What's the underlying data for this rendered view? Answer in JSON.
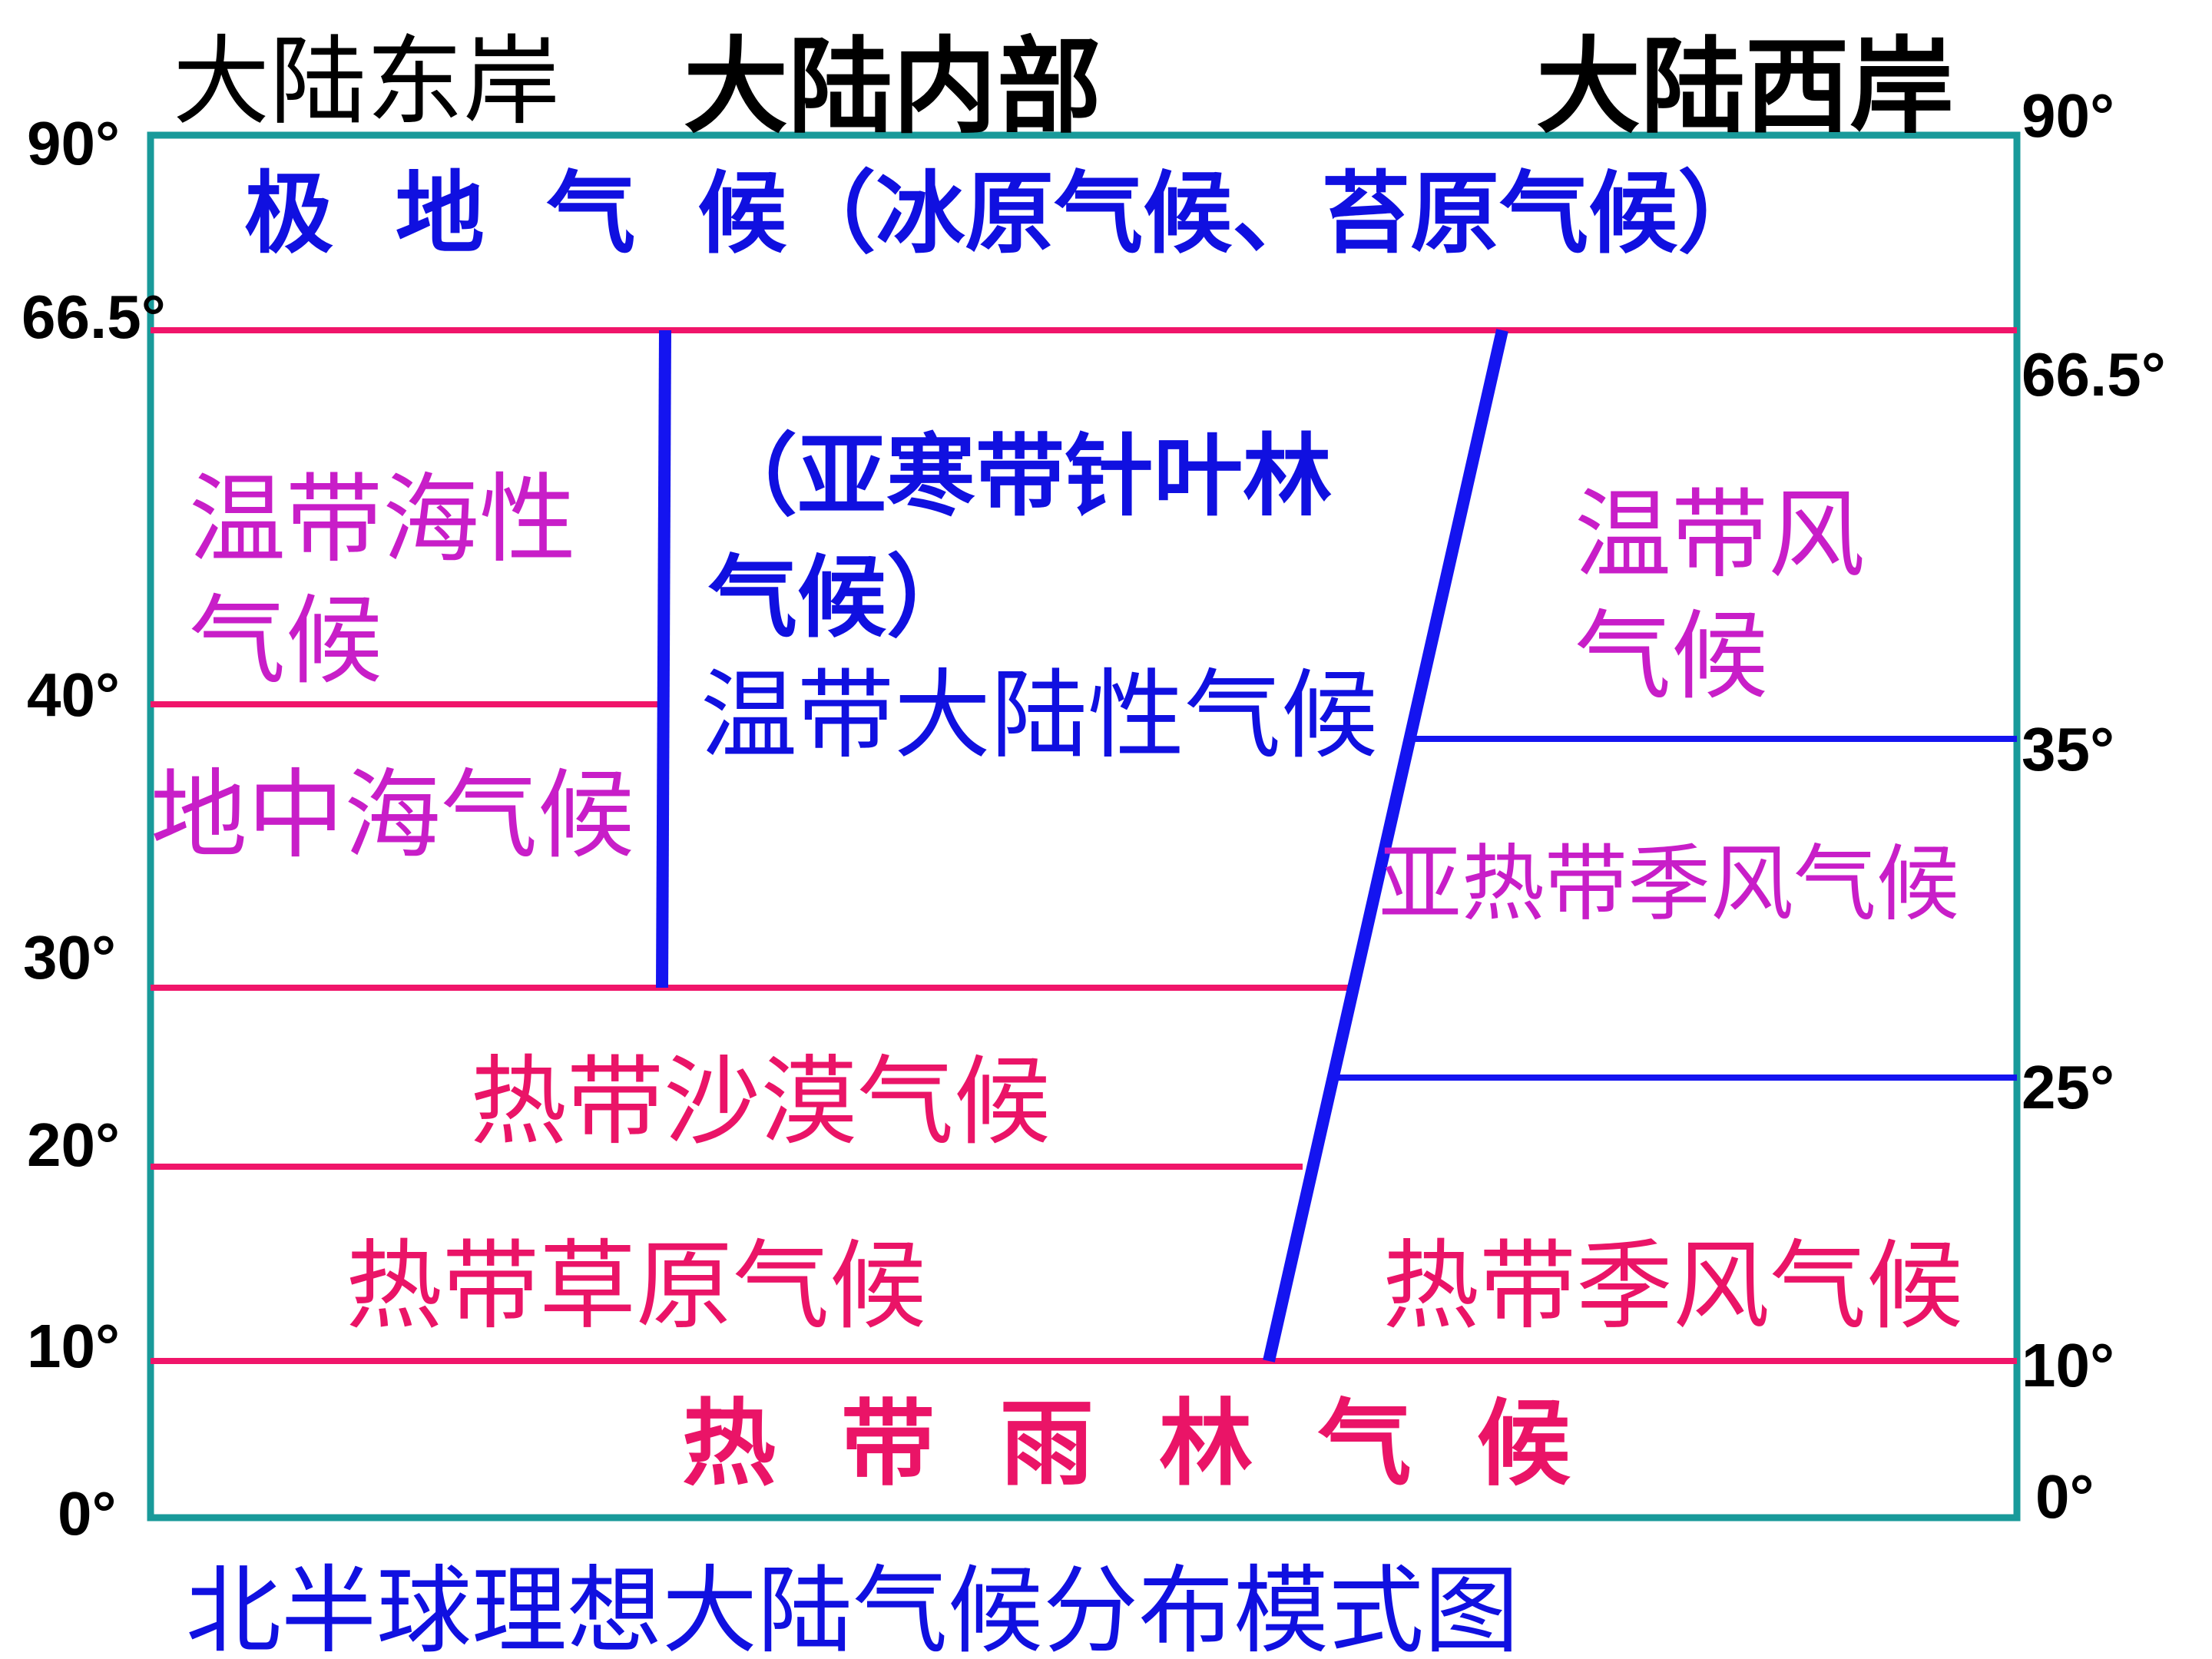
{
  "headers": {
    "east_coast": "大陆东岸",
    "interior": "大陆内部",
    "west_coast": "大陆西岸"
  },
  "latitudes_left": {
    "lat90": "90°",
    "lat665": "66.5°",
    "lat40": "40°",
    "lat30": "30°",
    "lat20": "20°",
    "lat10": "10°",
    "lat0": "0°"
  },
  "latitudes_right": {
    "lat90": "90°",
    "lat665": "66.5°",
    "lat35": "35°",
    "lat25": "25°",
    "lat10": "10°",
    "lat0": "0°"
  },
  "zones": {
    "polar": "极  地  气  候（冰原气候、苔原气候）",
    "maritime_line1": "温带海性",
    "maritime_line2": "气候",
    "mediterranean": "地中海气候",
    "subarctic_line1": "（亚寒带针叶林",
    "subarctic_line2": "气候）",
    "continental": "温带大陆性气候",
    "temperate_monsoon_line1": "温带风",
    "temperate_monsoon_line2": "气候",
    "subtropical_monsoon": "亚热带季风气候",
    "tropical_desert": "热带沙漠气候",
    "tropical_savanna": "热带草原气候",
    "tropical_monsoon": "热带季风气候",
    "tropical_rainforest": "热  带  雨  林  气  候"
  },
  "caption": "北半球理想大陆气候分布模式图",
  "colors": {
    "frame": "#199a9a",
    "pink_line": "#f0156a",
    "blue_line": "#1414f0",
    "blue_text": "#1010e0",
    "magenta_text": "#c81ec8",
    "pink_text": "#ea1467",
    "black_text": "#000000"
  }
}
